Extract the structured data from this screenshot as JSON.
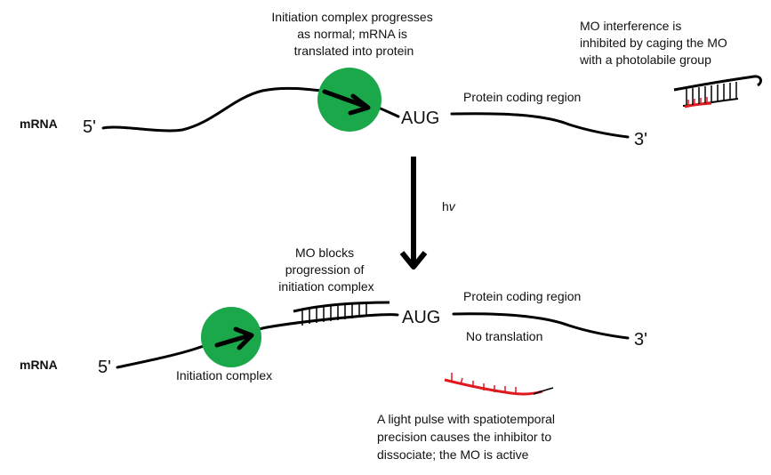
{
  "top": {
    "strand_label": "mRNA",
    "five_prime": "5'",
    "three_prime": "3'",
    "start_codon": "AUG",
    "coding_region": "Protein coding region",
    "progress_note": [
      "Initiation complex progresses",
      "as normal; mRNA is",
      "translated into protein"
    ],
    "caging_note": [
      "MO interference is",
      "inhibited by caging the MO",
      "with a photolabile group"
    ]
  },
  "arrow": {
    "label_h": "h",
    "label_v": "v"
  },
  "bottom": {
    "strand_label": "mRNA",
    "five_prime": "5'",
    "three_prime": "3'",
    "start_codon": "AUG",
    "coding_region": "Protein coding region",
    "no_translation": "No translation",
    "initiation_complex": "Initiation complex",
    "blocks_note": [
      "MO blocks",
      "progression of",
      "initiation complex"
    ],
    "light_note": [
      "A light pulse with spatiotemporal",
      "precision causes the inhibitor to",
      "dissociate; the MO is active"
    ]
  },
  "colors": {
    "complex": "#1aa84a",
    "strand": "#000000",
    "cage": "#e0191f"
  }
}
